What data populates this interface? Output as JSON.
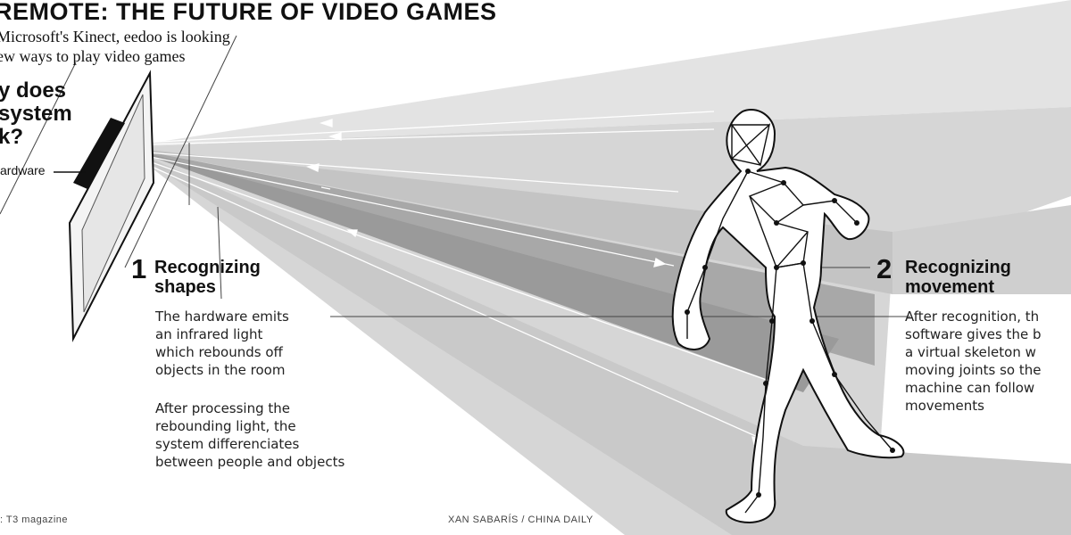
{
  "title": "REMOTE: THE FUTURE OF VIDEO GAMES",
  "subtitle_lines": [
    "Microsoft's Kinect, eedoo is looking",
    "ew ways to play video games"
  ],
  "question_lines": [
    "y does",
    "system",
    "k?"
  ],
  "hardware_label": "ardware",
  "step1": {
    "number": "1",
    "heading_lines": [
      "Recognizing",
      "shapes"
    ],
    "para1_lines": [
      "The hardware emits",
      "an infrared light",
      "which rebounds off",
      "objects in the room"
    ],
    "para2_lines": [
      "After processing the",
      "rebounding light, the",
      "system differenciates",
      "between people and objects"
    ]
  },
  "step2": {
    "number": "2",
    "heading_lines": [
      "Recognizing",
      "movement"
    ],
    "para_lines": [
      "After recognition, th",
      "software gives the b",
      "a virtual skeleton w",
      "moving joints so the",
      "machine can follow",
      "movements"
    ]
  },
  "source": ": T3 magazine",
  "credit": "XAN SABARÍS / CHINA DAILY",
  "colors": {
    "beam_light": "#d9d9d9",
    "beam_mid": "#bdbdbd",
    "beam_dark": "#9e9e9e",
    "ink": "#111111"
  }
}
